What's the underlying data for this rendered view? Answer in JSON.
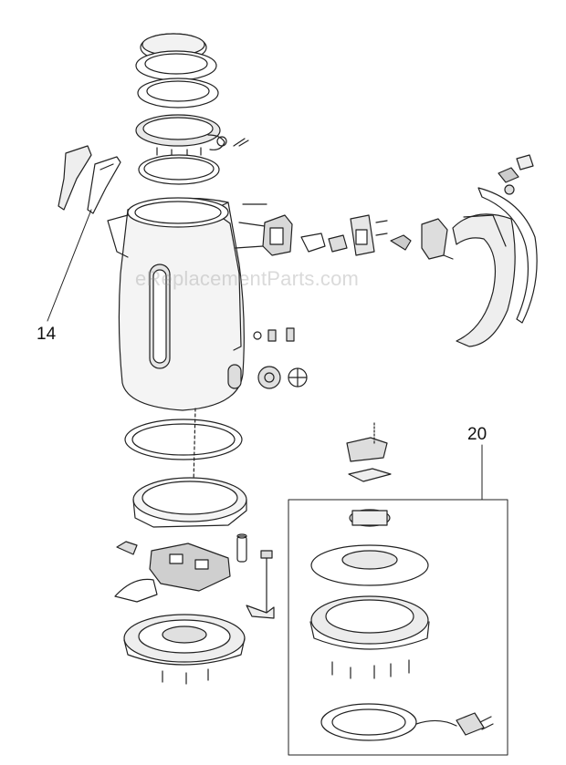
{
  "watermark": "eReplacementParts.com",
  "callouts": {
    "label_14": "14",
    "label_20": "20"
  },
  "colors": {
    "line": "#222222",
    "fill": "#ffffff",
    "shade": "#cfcfcf",
    "watermark": "#969696"
  }
}
